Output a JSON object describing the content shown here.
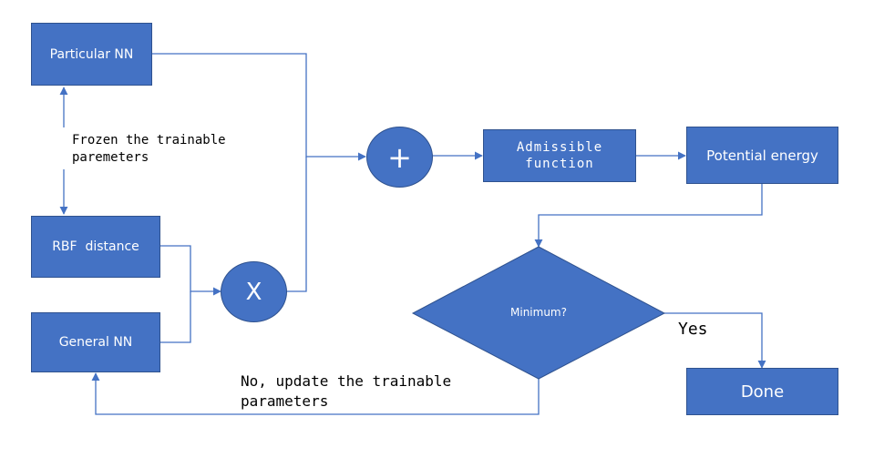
{
  "nodes": {
    "particular_nn": "Particular NN",
    "rbf_distance": "RBF  distance",
    "general_nn": "General NN",
    "multiply": "X",
    "add": "+",
    "admissible_function_line1": "Admissible",
    "admissible_function_line2": "function",
    "potential_energy": "Potential energy",
    "minimum": "Minimum?",
    "done": "Done"
  },
  "labels": {
    "frozen_line1": "Frozen the trainable",
    "frozen_line2": "paremeters",
    "yes": "Yes",
    "no_line1": "No, update the trainable",
    "no_line2": "parameters"
  },
  "colors": {
    "node_fill": "#4472C4",
    "node_border": "#2F528F",
    "connector": "#4472C4"
  }
}
